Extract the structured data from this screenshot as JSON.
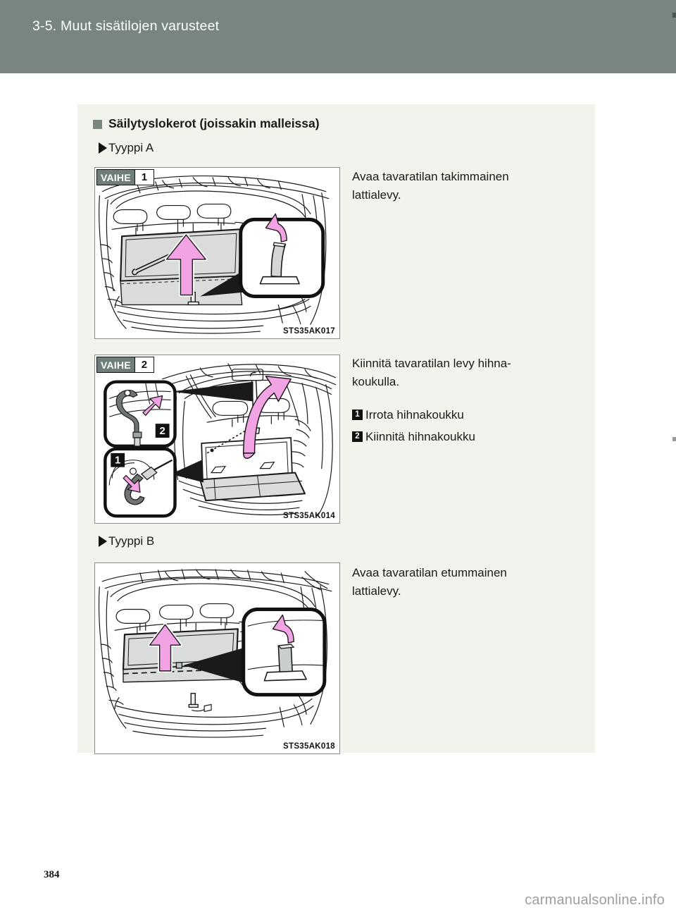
{
  "header": {
    "title": "3-5. Muut sisätilojen varusteet",
    "band_color": "#788581"
  },
  "section": {
    "heading": "Säilytyslokerot (joissakin malleissa)",
    "bullet_color": "#7b8683"
  },
  "subsections": [
    {
      "label": "Tyyppi A"
    },
    {
      "label": "Tyyppi B"
    }
  ],
  "steps": [
    {
      "badge_label": "VAIHE",
      "badge_number": "1",
      "figure_caption": "STS35AK017",
      "text_line1": "Avaa tavaratilan takimmainen",
      "text_line2": "lattialevy."
    },
    {
      "badge_label": "VAIHE",
      "badge_number": "2",
      "figure_caption": "STS35AK014",
      "text_line1": "Kiinnitä tavaratilan levy hihna-",
      "text_line2": "koukulla.",
      "items": [
        {
          "marker": "1",
          "label": "Irrota hihnakoukku"
        },
        {
          "marker": "2",
          "label": "Kiinnitä hihnakoukku"
        }
      ]
    },
    {
      "figure_caption": "STS35AK018",
      "text_line1": "Avaa tavaratilan etummainen",
      "text_line2": "lattialevy."
    }
  ],
  "figure_markers": {
    "fig2_callout_top": "2",
    "fig2_callout_bottom": "1"
  },
  "footer": {
    "page_number": "384",
    "watermark": "carmanualsonline.info"
  },
  "colors": {
    "arrow_pink": "#f2a3e4",
    "panel_bg": "#f3f3ee",
    "part_gray": "#d4d7d6"
  }
}
